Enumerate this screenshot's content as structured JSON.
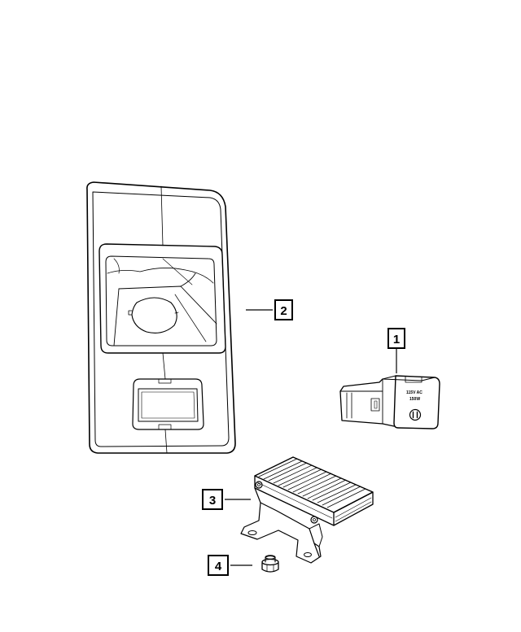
{
  "callouts": [
    {
      "id": "1",
      "label": "1"
    },
    {
      "id": "2",
      "label": "2"
    },
    {
      "id": "3",
      "label": "3"
    },
    {
      "id": "4",
      "label": "4"
    }
  ],
  "outlet_face": {
    "line1": "115V AC",
    "line2": "150W"
  }
}
